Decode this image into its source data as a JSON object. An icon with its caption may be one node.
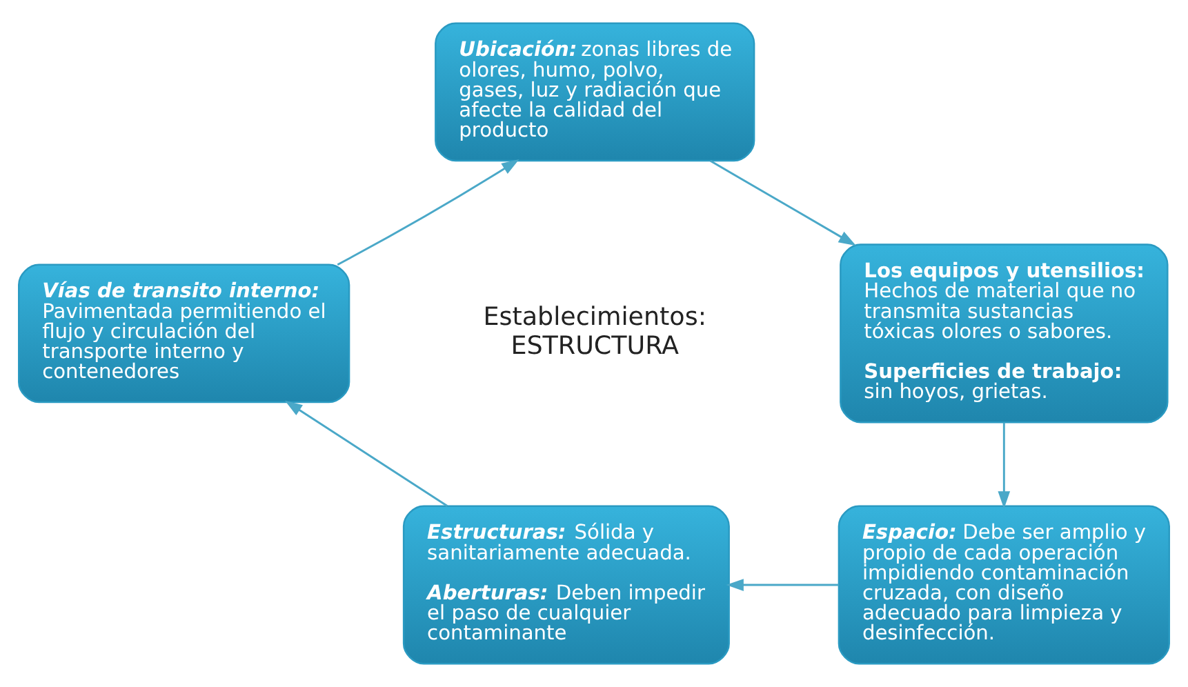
{
  "diagram": {
    "nodes": [
      {
        "text": [
          "Ubicación:",
          "zonas libres de olores, humo, polvo, gases, luz y radiación que afecte la calidad del producto"
        ]
      },
      {
        "text": [
          "Los equipos y utensilios:",
          "Hechos de material que no transmita sustancias tóxicas olores o sabores.",
          "Superficies de trabajo:",
          "sin hoyos, grietas."
        ]
      },
      {
        "text": [
          "Espacio:",
          "Debe ser amplio y propio de cada operación impidiendo contaminación cruzada, con diseño adecuado para limpieza y desinfección."
        ]
      },
      {
        "text": [
          "Estructuras:",
          "Sólida y sanitariamente adecuada.",
          "Aberturas:",
          "Deben impedir el paso de cualquier contaminante"
        ]
      },
      {
        "text": [
          "Vías de transito interno:",
          "Pavimentada permitiendo el flujo y circulación del transporte interno y contenedores"
        ]
      }
    ],
    "edges": [
      {
        "from": 0,
        "to": 1,
        "arrow": "to"
      },
      {
        "from": 1,
        "to": 2,
        "arrow": "to"
      },
      {
        "from": 2,
        "to": 3,
        "arrow": "to"
      },
      {
        "from": 3,
        "to": 4,
        "arrow": "to"
      },
      {
        "from": 4,
        "to": 0,
        "arrow": "to"
      }
    ],
    "labels": [
      "Establecimientos: ESTRUCTURA"
    ]
  }
}
